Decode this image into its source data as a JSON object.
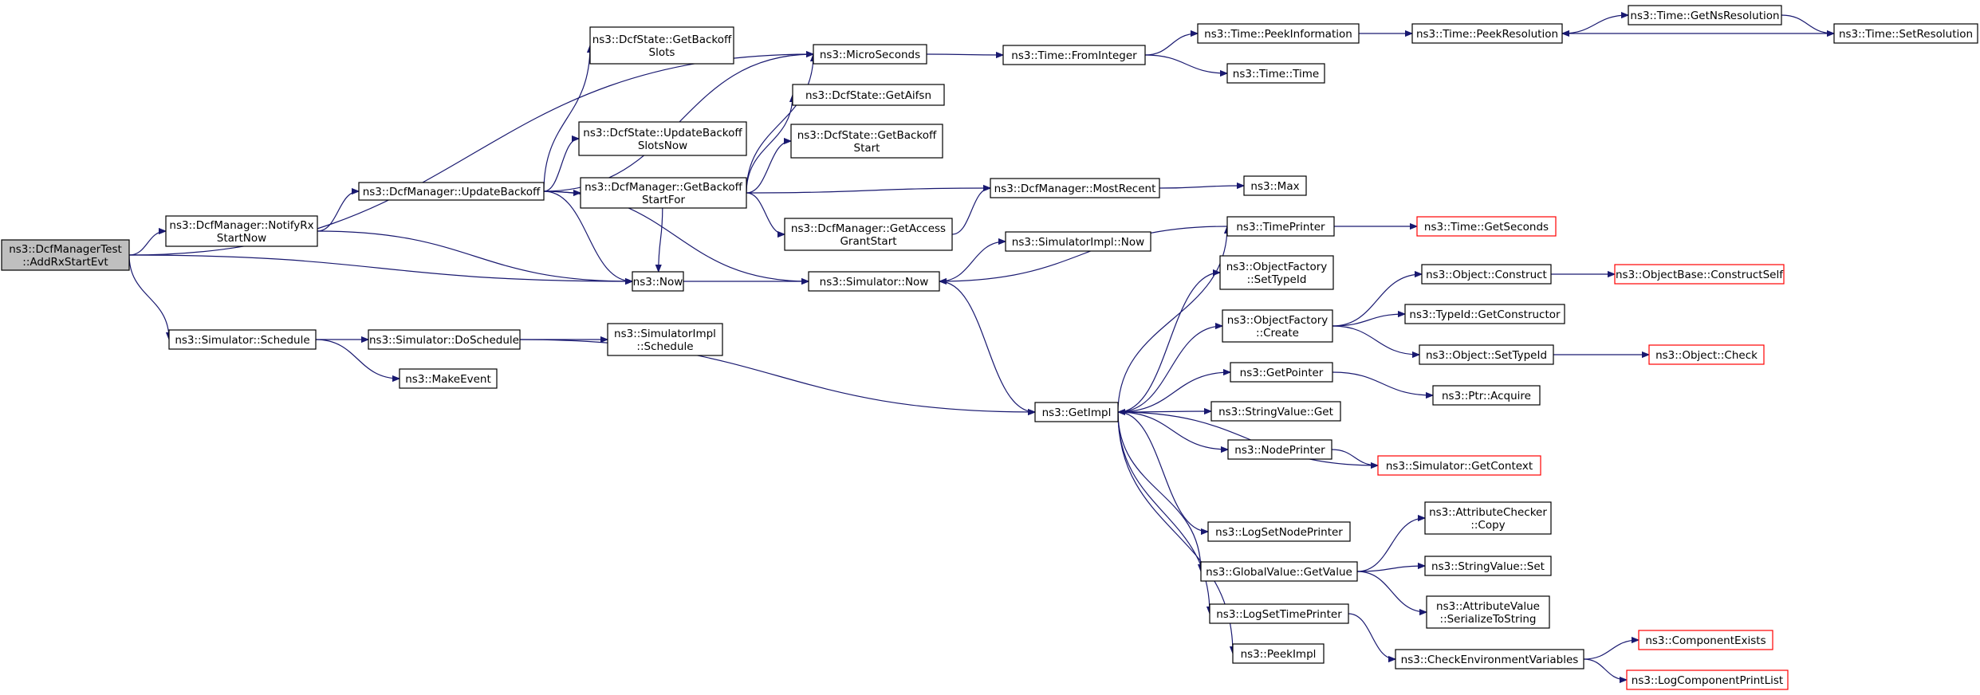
{
  "colors": {
    "edge": "#191970",
    "root_fill": "#bfbfbf",
    "truncated_border": "#ff0000",
    "node_border": "#000000"
  },
  "nodes": [
    {
      "id": "root",
      "lines": [
        "ns3::DcfManagerTest",
        "::AddRxStartEvt"
      ],
      "root": true
    },
    {
      "id": "notify",
      "lines": [
        "ns3::DcfManager::NotifyRx",
        "StartNow"
      ]
    },
    {
      "id": "update",
      "lines": [
        "ns3::DcfManager::UpdateBackoff"
      ]
    },
    {
      "id": "getbackoffslots",
      "lines": [
        "ns3::DcfState::GetBackoff",
        "Slots"
      ]
    },
    {
      "id": "updatebackoffslots",
      "lines": [
        "ns3::DcfState::UpdateBackoff",
        "SlotsNow"
      ]
    },
    {
      "id": "getbackoffstartfor",
      "lines": [
        "ns3::DcfManager::GetBackoff",
        "StartFor"
      ]
    },
    {
      "id": "micro",
      "lines": [
        "ns3::MicroSeconds"
      ]
    },
    {
      "id": "getaifsn",
      "lines": [
        "ns3::DcfState::GetAifsn"
      ]
    },
    {
      "id": "getbackoffstart",
      "lines": [
        "ns3::DcfState::GetBackoff",
        "Start"
      ]
    },
    {
      "id": "getaccess",
      "lines": [
        "ns3::DcfManager::GetAccess",
        "GrantStart"
      ]
    },
    {
      "id": "mostrecent",
      "lines": [
        "ns3::DcfManager::MostRecent"
      ]
    },
    {
      "id": "max",
      "lines": [
        "ns3::Max"
      ]
    },
    {
      "id": "frominteger",
      "lines": [
        "ns3::Time::FromInteger"
      ]
    },
    {
      "id": "peekinfo",
      "lines": [
        "ns3::Time::PeekInformation"
      ]
    },
    {
      "id": "timetime",
      "lines": [
        "ns3::Time::Time"
      ]
    },
    {
      "id": "peekres",
      "lines": [
        "ns3::Time::PeekResolution"
      ]
    },
    {
      "id": "getns",
      "lines": [
        "ns3::Time::GetNsResolution"
      ]
    },
    {
      "id": "setres",
      "lines": [
        "ns3::Time::SetResolution"
      ]
    },
    {
      "id": "now",
      "lines": [
        "ns3::Now"
      ]
    },
    {
      "id": "simnow",
      "lines": [
        "ns3::Simulator::Now"
      ]
    },
    {
      "id": "simimplnow",
      "lines": [
        "ns3::SimulatorImpl::Now"
      ]
    },
    {
      "id": "timeprinter",
      "lines": [
        "ns3::TimePrinter"
      ]
    },
    {
      "id": "getseconds",
      "lines": [
        "ns3::Time::GetSeconds"
      ],
      "truncated": true
    },
    {
      "id": "schedule",
      "lines": [
        "ns3::Simulator::Schedule"
      ]
    },
    {
      "id": "doschedule",
      "lines": [
        "ns3::Simulator::DoSchedule"
      ]
    },
    {
      "id": "implschedule",
      "lines": [
        "ns3::SimulatorImpl",
        "::Schedule"
      ]
    },
    {
      "id": "makeevent",
      "lines": [
        "ns3::MakeEvent"
      ]
    },
    {
      "id": "getimpl",
      "lines": [
        "ns3::GetImpl"
      ]
    },
    {
      "id": "ofsettypeid",
      "lines": [
        "ns3::ObjectFactory",
        "::SetTypeId"
      ]
    },
    {
      "id": "ofcreate",
      "lines": [
        "ns3::ObjectFactory",
        "::Create"
      ]
    },
    {
      "id": "objconstruct",
      "lines": [
        "ns3::Object::Construct"
      ]
    },
    {
      "id": "constructself",
      "lines": [
        "ns3::ObjectBase::ConstructSelf"
      ],
      "truncated": true
    },
    {
      "id": "getconstructor",
      "lines": [
        "ns3::TypeId::GetConstructor"
      ]
    },
    {
      "id": "objsettypeid",
      "lines": [
        "ns3::Object::SetTypeId"
      ]
    },
    {
      "id": "objcheck",
      "lines": [
        "ns3::Object::Check"
      ],
      "truncated": true
    },
    {
      "id": "getpointer",
      "lines": [
        "ns3::GetPointer"
      ]
    },
    {
      "id": "acquire",
      "lines": [
        "ns3::Ptr::Acquire"
      ]
    },
    {
      "id": "strget",
      "lines": [
        "ns3::StringValue::Get"
      ]
    },
    {
      "id": "nodeprinter",
      "lines": [
        "ns3::NodePrinter"
      ]
    },
    {
      "id": "getcontext",
      "lines": [
        "ns3::Simulator::GetContext"
      ],
      "truncated": true
    },
    {
      "id": "lognodeprinter",
      "lines": [
        "ns3::LogSetNodePrinter"
      ]
    },
    {
      "id": "gvgetvalue",
      "lines": [
        "ns3::GlobalValue::GetValue"
      ]
    },
    {
      "id": "attrcopy",
      "lines": [
        "ns3::AttributeChecker",
        "::Copy"
      ]
    },
    {
      "id": "strset",
      "lines": [
        "ns3::StringValue::Set"
      ]
    },
    {
      "id": "attrserialize",
      "lines": [
        "ns3::AttributeValue",
        "::SerializeToString"
      ]
    },
    {
      "id": "logtimeprinter",
      "lines": [
        "ns3::LogSetTimePrinter"
      ]
    },
    {
      "id": "checkenv",
      "lines": [
        "ns3::CheckEnvironmentVariables"
      ]
    },
    {
      "id": "peekimpl",
      "lines": [
        "ns3::PeekImpl"
      ]
    },
    {
      "id": "compexists",
      "lines": [
        "ns3::ComponentExists"
      ],
      "truncated": true
    },
    {
      "id": "logcomplist",
      "lines": [
        "ns3::LogComponentPrintList"
      ],
      "truncated": true
    }
  ],
  "edges": [
    [
      "root",
      "notify"
    ],
    [
      "root",
      "micro"
    ],
    [
      "root",
      "now"
    ],
    [
      "root",
      "schedule"
    ],
    [
      "notify",
      "update"
    ],
    [
      "notify",
      "now"
    ],
    [
      "update",
      "getbackoffslots"
    ],
    [
      "update",
      "micro"
    ],
    [
      "update",
      "updatebackoffslots"
    ],
    [
      "update",
      "getbackoffstartfor"
    ],
    [
      "update",
      "now"
    ],
    [
      "update",
      "simnow"
    ],
    [
      "getbackoffstartfor",
      "micro"
    ],
    [
      "getbackoffstartfor",
      "getaifsn"
    ],
    [
      "getbackoffstartfor",
      "getbackoffstart"
    ],
    [
      "getbackoffstartfor",
      "mostrecent"
    ],
    [
      "getbackoffstartfor",
      "getaccess"
    ],
    [
      "getbackoffstartfor",
      "now"
    ],
    [
      "getaccess",
      "mostrecent"
    ],
    [
      "mostrecent",
      "max"
    ],
    [
      "micro",
      "frominteger"
    ],
    [
      "frominteger",
      "peekinfo"
    ],
    [
      "frominteger",
      "timetime"
    ],
    [
      "peekinfo",
      "peekres"
    ],
    [
      "peekres",
      "getns"
    ],
    [
      "getns",
      "setres"
    ],
    [
      "setres",
      "peekres"
    ],
    [
      "now",
      "simnow"
    ],
    [
      "simnow",
      "simimplnow"
    ],
    [
      "simnow",
      "getimpl"
    ],
    [
      "timeprinter",
      "getseconds"
    ],
    [
      "timeprinter",
      "simnow"
    ],
    [
      "schedule",
      "doschedule"
    ],
    [
      "schedule",
      "makeevent"
    ],
    [
      "doschedule",
      "implschedule"
    ],
    [
      "doschedule",
      "getimpl"
    ],
    [
      "getimpl",
      "timeprinter"
    ],
    [
      "getimpl",
      "ofsettypeid"
    ],
    [
      "getimpl",
      "ofcreate"
    ],
    [
      "getimpl",
      "getpointer"
    ],
    [
      "getimpl",
      "strget"
    ],
    [
      "getimpl",
      "nodeprinter"
    ],
    [
      "getimpl",
      "lognodeprinter"
    ],
    [
      "getimpl",
      "gvgetvalue"
    ],
    [
      "getimpl",
      "logtimeprinter"
    ],
    [
      "getimpl",
      "peekimpl"
    ],
    [
      "getcontext",
      "getimpl"
    ],
    [
      "ofcreate",
      "objconstruct"
    ],
    [
      "ofcreate",
      "getconstructor"
    ],
    [
      "ofcreate",
      "objsettypeid"
    ],
    [
      "objconstruct",
      "constructself"
    ],
    [
      "objsettypeid",
      "objcheck"
    ],
    [
      "getpointer",
      "acquire"
    ],
    [
      "nodeprinter",
      "getcontext"
    ],
    [
      "gvgetvalue",
      "attrcopy"
    ],
    [
      "gvgetvalue",
      "strset"
    ],
    [
      "gvgetvalue",
      "attrserialize"
    ],
    [
      "logtimeprinter",
      "checkenv"
    ],
    [
      "checkenv",
      "compexists"
    ],
    [
      "checkenv",
      "logcomplist"
    ]
  ]
}
